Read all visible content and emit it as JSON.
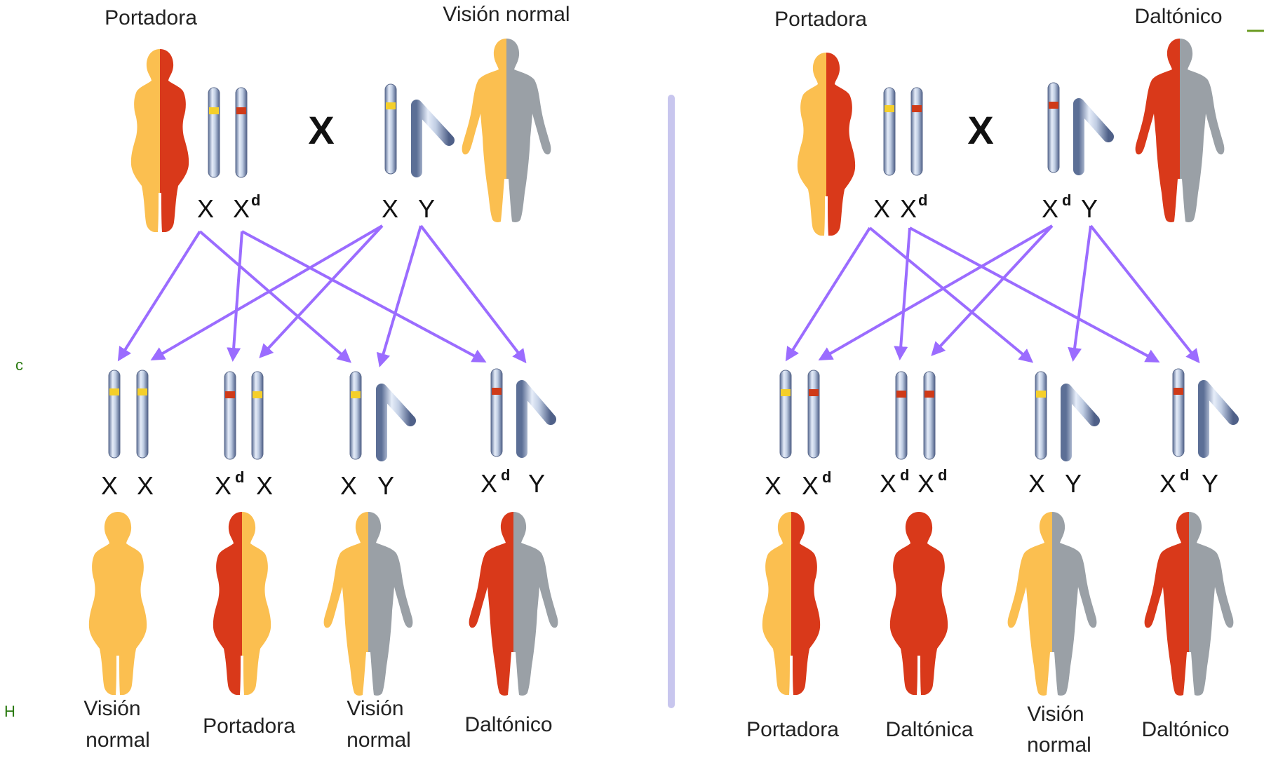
{
  "colors": {
    "normal_skin": "#fbbf50",
    "affected_red": "#d9391a",
    "male_gray": "#9aa0a6",
    "arrow": "#9b6cff",
    "allele_normal": "#f5cf2a",
    "allele_mutant": "#cf3a18",
    "divider": "#c8c6ee",
    "edge_text": "#2a7a10"
  },
  "left": {
    "mother": {
      "label": "Portadora",
      "genotype": {
        "a": "X",
        "b": "X",
        "b_sup": "d"
      }
    },
    "father": {
      "label": "Visión normal",
      "genotype": {
        "a": "X",
        "b": "Y"
      }
    },
    "cross_symbol": "X",
    "offspring": [
      {
        "genotype": {
          "a": "X",
          "b": "X"
        },
        "label_line1": "Visión",
        "label_line2": "normal"
      },
      {
        "genotype": {
          "a": "X",
          "a_sup": "d",
          "b": "X"
        },
        "label_line1": "Portadora",
        "label_line2": ""
      },
      {
        "genotype": {
          "a": "X",
          "b": "Y"
        },
        "label_line1": "Visión",
        "label_line2": "normal"
      },
      {
        "genotype": {
          "a": "X",
          "a_sup": "d",
          "b": "Y"
        },
        "label_line1": "Daltónico",
        "label_line2": ""
      }
    ]
  },
  "right": {
    "mother": {
      "label": "Portadora",
      "genotype": {
        "a": "X",
        "b": "X",
        "b_sup": "d"
      }
    },
    "father": {
      "label": "Daltónico",
      "genotype": {
        "a": "X",
        "a_sup": "d",
        "b": "Y"
      }
    },
    "cross_symbol": "X",
    "offspring": [
      {
        "genotype": {
          "a": "X",
          "b": "X",
          "b_sup": "d"
        },
        "label_line1": "Portadora",
        "label_line2": ""
      },
      {
        "genotype": {
          "a": "X",
          "a_sup": "d",
          "b": "X",
          "b_sup": "d"
        },
        "label_line1": "Daltónica",
        "label_line2": ""
      },
      {
        "genotype": {
          "a": "X",
          "b": "Y"
        },
        "label_line1": "Visión",
        "label_line2": "normal"
      },
      {
        "genotype": {
          "a": "X",
          "a_sup": "d",
          "b": "Y"
        },
        "label_line1": "Daltónico",
        "label_line2": ""
      }
    ]
  },
  "edge_fragments": {
    "left_mid": "c",
    "left_bottom": "H"
  }
}
